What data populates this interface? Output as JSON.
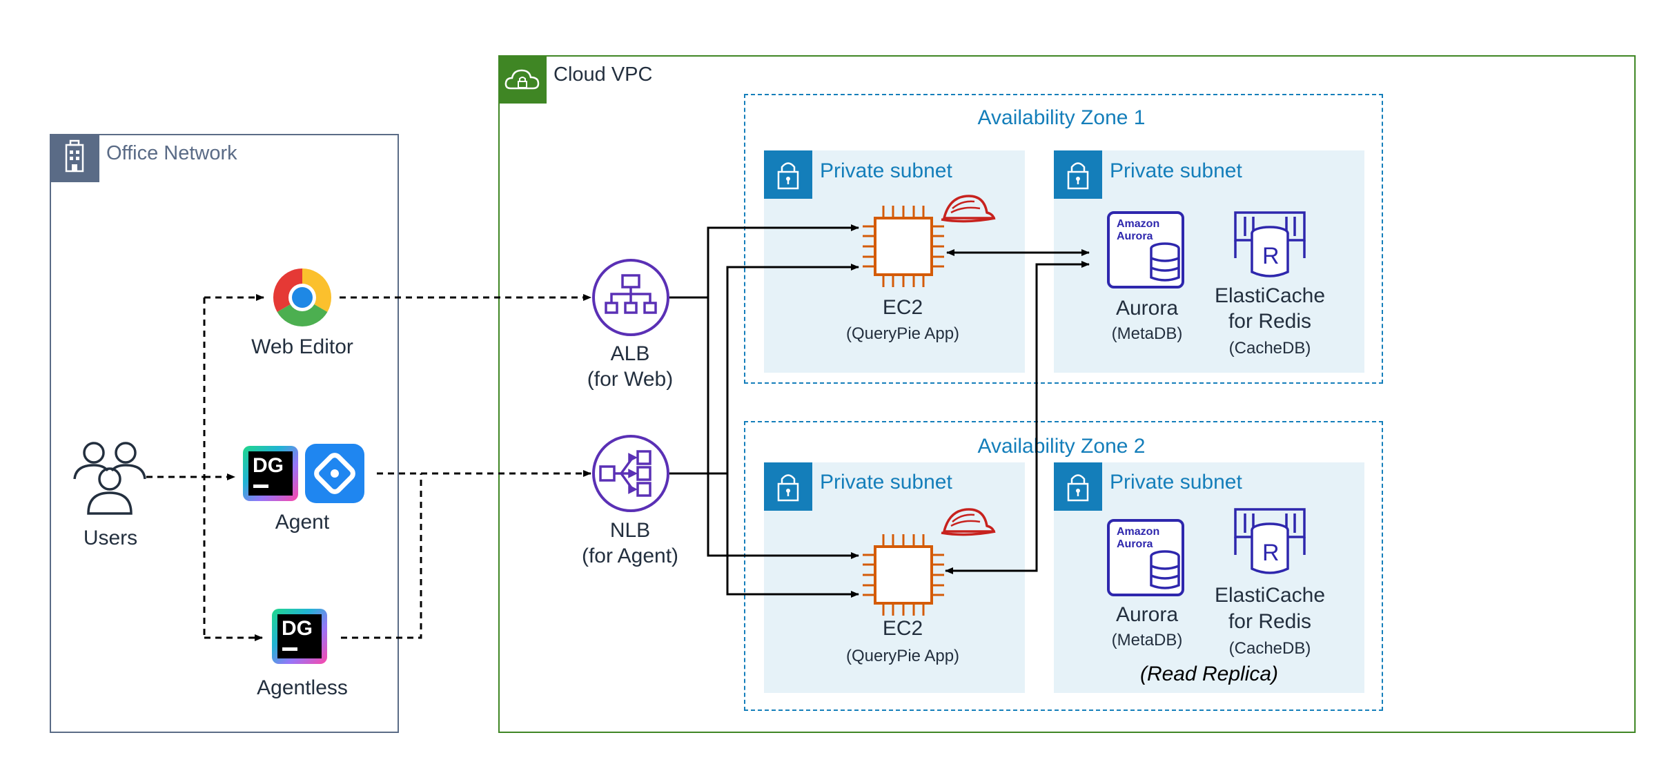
{
  "office": {
    "title": "Office Network"
  },
  "vpc": {
    "title": "Cloud VPC"
  },
  "zones": [
    {
      "title": "Availability Zone 1",
      "left_subnet": "Private subnet",
      "right_subnet": "Private subnet",
      "note": ""
    },
    {
      "title": "Availability Zone 2",
      "left_subnet": "Private subnet",
      "right_subnet": "Private subnet",
      "note": "(Read Replica)"
    }
  ],
  "clients": {
    "users": "Users",
    "web_editor": "Web Editor",
    "agent": "Agent",
    "agentless": "Agentless"
  },
  "icon_text": {
    "dg": "DG",
    "amazon": "Amazon",
    "aurora": "Aurora",
    "r": "R"
  },
  "lb": {
    "alb": {
      "name": "ALB",
      "sub": "(for Web)"
    },
    "nlb": {
      "name": "NLB",
      "sub": "(for Agent)"
    }
  },
  "ec2": {
    "name": "EC2",
    "sub": "(QueryPie App)"
  },
  "aurora": {
    "name": "Aurora",
    "sub": "(MetaDB)"
  },
  "elasticache": {
    "name1": "ElastiCache",
    "name2": "for Redis",
    "sub": "(CacheDB)"
  },
  "colors": {
    "office_border": "#5a6b86",
    "vpc_green": "#3f8624",
    "az_blue": "#147eba",
    "subnet_fill": "#e6f2f8",
    "alb_purple": "#5a30b5",
    "ec2_orange": "#d45b07",
    "db_blue": "#2e27ad",
    "redhat_red": "#c7221e"
  }
}
